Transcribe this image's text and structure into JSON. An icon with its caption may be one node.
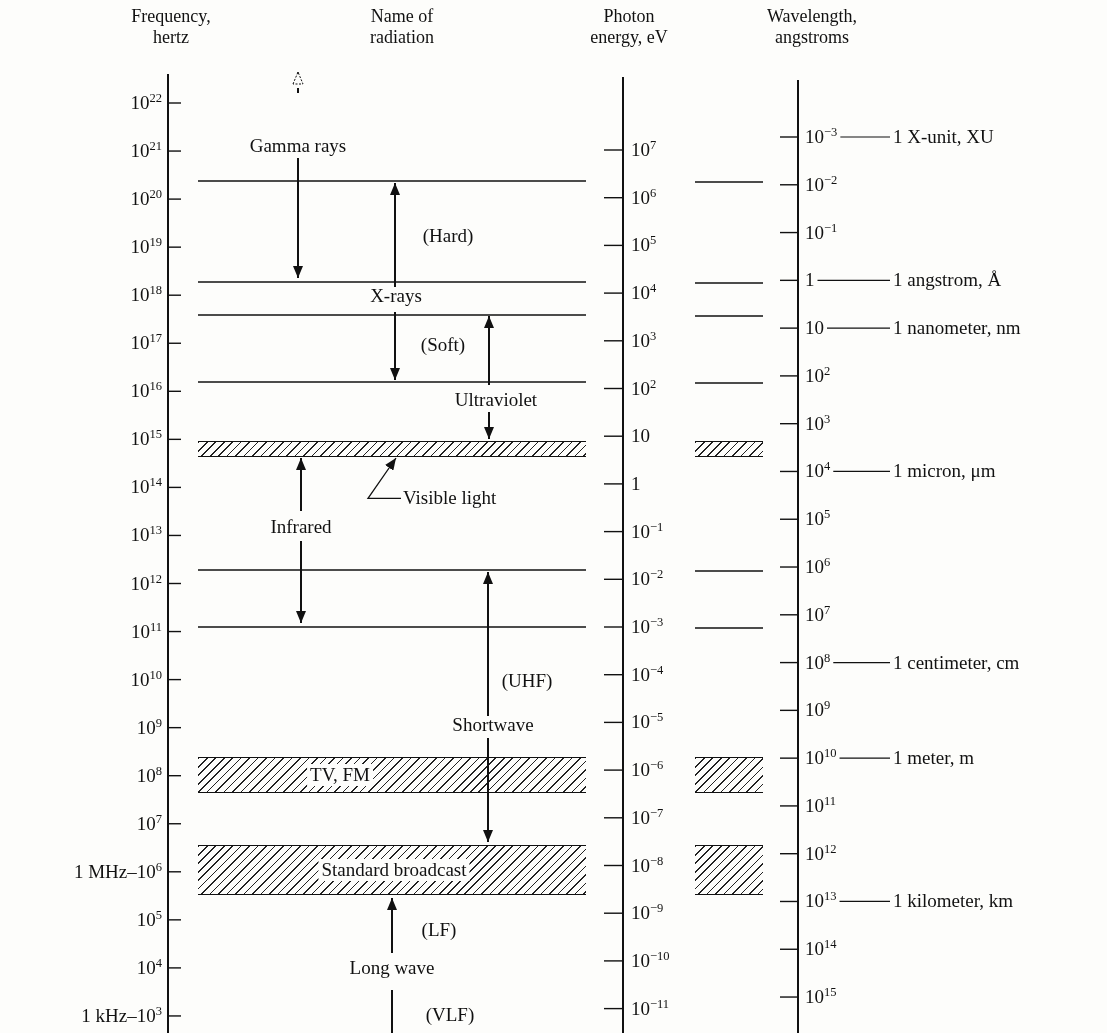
{
  "diagram": {
    "nodes": [
      {
        "text": [],
        "shape": "bar"
      },
      {
        "text": [
          "Visible light"
        ]
      },
      {
        "text": [
          "TV, FM"
        ]
      },
      {
        "text": [
          "Standard broadcast"
        ]
      }
    ],
    "edges": [
      {
        "from": 1,
        "to": 0,
        "arrow": "to"
      }
    ],
    "labels": [
      "Frequency, hertz",
      "Name of radiation",
      "Photon energy, eV",
      "Wavelength, angstroms",
      "10$^{22}$",
      "10$^{21}$",
      "10$^{20}$",
      "10$^{19}$",
      "10$^{18}$",
      "10$^{17}$",
      "10$^{16}$",
      "10$^{15}$",
      "10$^{14}$",
      "10$^{13}$",
      "10$^{12}$",
      "10$^{11}$",
      "10$^{10}$",
      "10$^{9}$",
      "10$^{8}$",
      "10$^{7}$",
      "1 MHz–10$^{6}$",
      "10$^{5}$",
      "10$^{4}$",
      "1 kHz–10$^{3}$",
      "Gamma rays",
      "(Hard)",
      "X-rays",
      "(Soft)",
      "Ultraviolet",
      "Infrared",
      "(UHF)",
      "Shortwave",
      "(LF)",
      "Long wave",
      "(VLF)",
      "10$^{7}$",
      "10$^{6}$",
      "10$^{5}$",
      "10$^{4}$",
      "10$^{3}$",
      "10$^{2}$",
      "10",
      "1",
      "10$^{−1}$",
      "10$^{−2}$",
      "10$^{−3}$",
      "10$^{−4}$",
      "10$^{−5}$",
      "10$^{−6}$",
      "10$^{−7}$",
      "10$^{−8}$",
      "10$^{−9}$",
      "10$^{−10}$",
      "10$^{−11}$",
      "10$^{−3}$",
      "10$^{−2}$",
      "10$^{−1}$",
      "1",
      "10",
      "10$^{2}$",
      "10$^{3}$",
      "10$^{4}$",
      "10$^{5}$",
      "10$^{6}$",
      "10$^{7}$",
      "10$^{8}$",
      "10$^{9}$",
      "10$^{10}$",
      "10$^{11}$",
      "10$^{12}$",
      "10$^{13}$",
      "10$^{14}$",
      "10$^{15}$",
      "1 X-unit, XU",
      "1 angstrom, Å",
      "1 nanometer, nm",
      "1 micron, μm",
      "1 centimeter, cm",
      "1 meter, m",
      "1 kilometer, km"
    ]
  }
}
